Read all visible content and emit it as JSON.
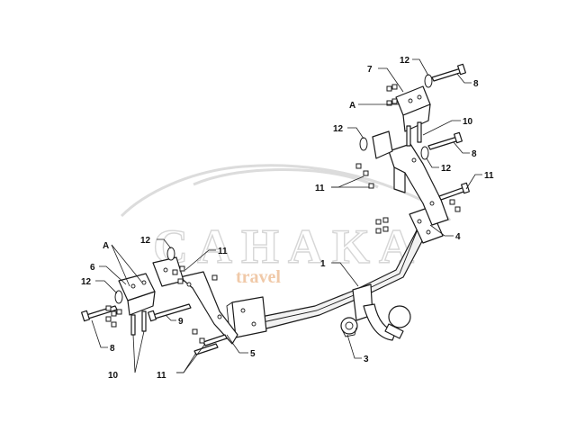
{
  "watermark": {
    "brand": "CAHAKA",
    "tagline": "travel"
  },
  "callouts": [
    {
      "id": "c1",
      "label": "1"
    },
    {
      "id": "c3",
      "label": "3"
    },
    {
      "id": "c4",
      "label": "4"
    },
    {
      "id": "c5",
      "label": "5"
    },
    {
      "id": "c6",
      "label": "6"
    },
    {
      "id": "c7",
      "label": "7"
    },
    {
      "id": "c8a",
      "label": "8"
    },
    {
      "id": "c8b",
      "label": "8"
    },
    {
      "id": "c8c",
      "label": "8"
    },
    {
      "id": "c9",
      "label": "9"
    },
    {
      "id": "c10a",
      "label": "10"
    },
    {
      "id": "c10b",
      "label": "10"
    },
    {
      "id": "c11a",
      "label": "11"
    },
    {
      "id": "c11b",
      "label": "11"
    },
    {
      "id": "c11c",
      "label": "11"
    },
    {
      "id": "c11d",
      "label": "11"
    },
    {
      "id": "c12a",
      "label": "12"
    },
    {
      "id": "c12b",
      "label": "12"
    },
    {
      "id": "c12c",
      "label": "12"
    },
    {
      "id": "c12d",
      "label": "12"
    },
    {
      "id": "c12e",
      "label": "12"
    },
    {
      "id": "cAa",
      "label": "A"
    },
    {
      "id": "cAb",
      "label": "A"
    }
  ]
}
